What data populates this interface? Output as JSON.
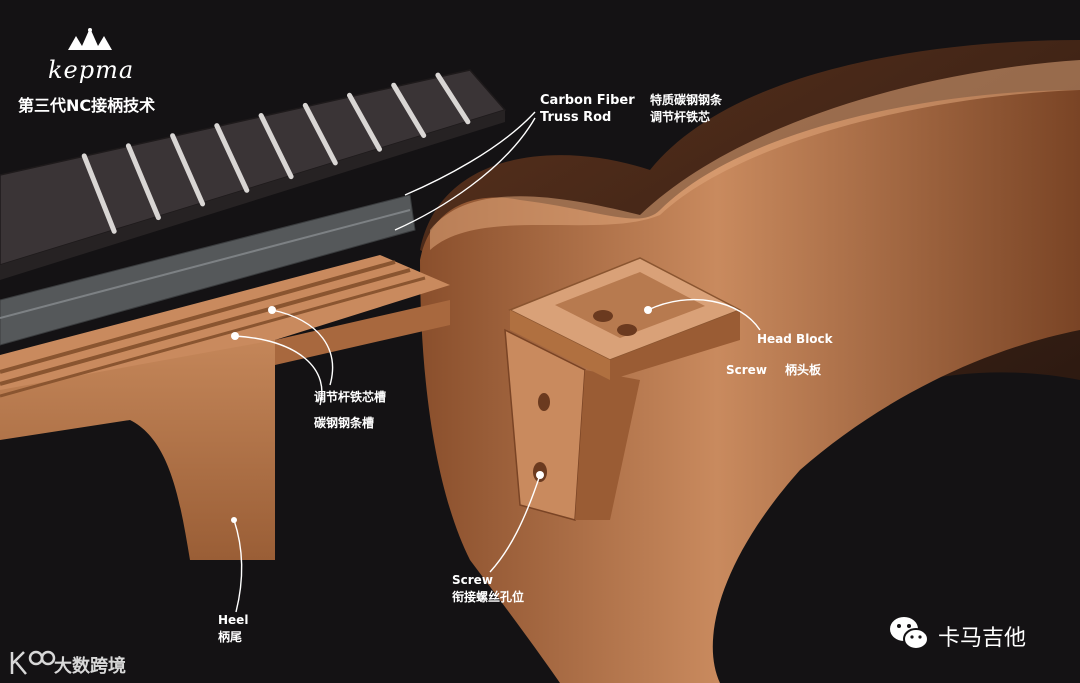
{
  "brand": {
    "logo_text": "kepma",
    "title": "第三代NC接柄技术"
  },
  "labels": {
    "carbon_fiber": {
      "en": "Carbon Fiber",
      "en2": "Truss Rod",
      "cn": "特质碳钢钢条",
      "cn2": "调节杆铁芯"
    },
    "head_block": {
      "en": "Head Block",
      "en2": "Screw",
      "cn": "柄头板"
    },
    "groove": {
      "line1": "调节杆铁芯槽",
      "line2": "碳钢钢条槽"
    },
    "screw_hole": {
      "en": "Screw",
      "cn": "衔接螺丝孔位"
    },
    "heel": {
      "en": "Heel",
      "cn": "柄尾"
    }
  },
  "footer": {
    "wechat": "卡马吉他",
    "watermark": "大数跨境"
  },
  "icons": [
    "crown-icon",
    "wechat-icon",
    "watermark-logo-icon"
  ],
  "colors": {
    "background": "#141214",
    "wood_light": "#c98a5e",
    "wood_mid": "#b06f43",
    "wood_dark": "#6b3a1f",
    "fretboard": "#3a3436",
    "fret": "#d9d6d4",
    "metal": "#55585a"
  }
}
